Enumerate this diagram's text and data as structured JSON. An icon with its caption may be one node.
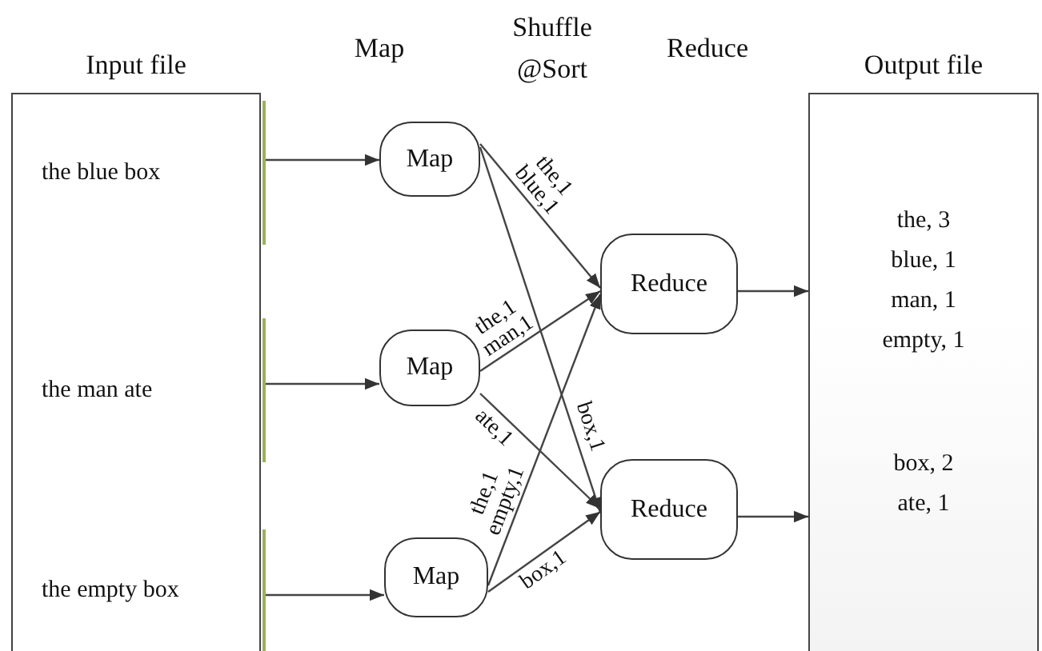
{
  "diagram": {
    "nodes": [
      {
        "text": [
          "Input file"
        ]
      },
      {
        "text": [
          "the blue box"
        ],
        "in": 0
      },
      {
        "text": [
          "the man ate"
        ],
        "in": 0
      },
      {
        "text": [
          "the empty box"
        ],
        "in": 0
      },
      {
        "text": [
          "Map"
        ]
      },
      {
        "text": [
          "Map"
        ]
      },
      {
        "text": [
          "Map"
        ]
      },
      {
        "text": [
          "Reduce"
        ]
      },
      {
        "text": [
          "Reduce"
        ]
      },
      {
        "text": [
          "Output file",
          "the, 3",
          "blue, 1",
          "man, 1",
          "empty, 1",
          "box, 2",
          "ate, 1"
        ]
      }
    ],
    "edges": [
      {
        "from": 1,
        "to": 4,
        "arrow": "to"
      },
      {
        "from": 2,
        "to": 5,
        "arrow": "to"
      },
      {
        "from": 3,
        "to": 6,
        "arrow": "to"
      },
      {
        "from": 4,
        "to": 7,
        "arrow": "to",
        "label": "the,1 blue,1"
      },
      {
        "from": 4,
        "to": 8,
        "arrow": "to",
        "label": "box,1"
      },
      {
        "from": 5,
        "to": 7,
        "arrow": "to",
        "label": "the,1 man,1"
      },
      {
        "from": 5,
        "to": 8,
        "arrow": "to",
        "label": "ate,1"
      },
      {
        "from": 6,
        "to": 7,
        "arrow": "to",
        "label": "the,1 empty,1"
      },
      {
        "from": 6,
        "to": 8,
        "arrow": "to",
        "label": "box,1"
      },
      {
        "from": 7,
        "to": 9,
        "arrow": "to"
      },
      {
        "from": 8,
        "to": 9,
        "arrow": "to"
      }
    ],
    "labels": [
      "Map",
      "Shuffle @Sort",
      "Reduce"
    ]
  }
}
